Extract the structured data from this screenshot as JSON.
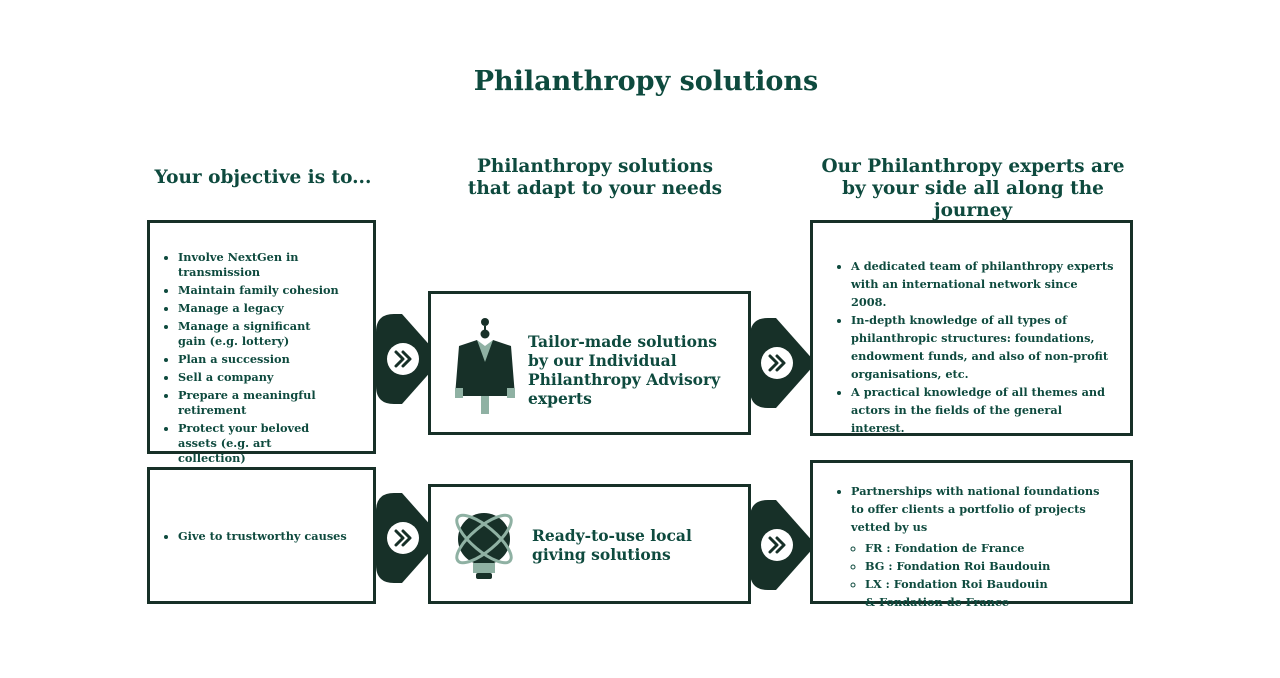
{
  "title": "Philanthropy solutions",
  "columns": {
    "objective": "Your objective is to...",
    "solutions_line1": "Philanthropy solutions",
    "solutions_line2": "that adapt to your needs",
    "experts_line1": "Our Philanthropy experts are",
    "experts_line2": "by your side all along the journey"
  },
  "row1": {
    "objectives": [
      "Involve NextGen in transmission",
      "Maintain family cohesion",
      "Manage a legacy",
      "Manage a significant gain (e.g. lottery)",
      "Plan a succession",
      "Sell a company",
      "Prepare a meaningful retirement",
      "Protect your beloved assets (e.g. art collection)"
    ],
    "solution": "Tailor-made solutions by our Individual Philanthropy Advisory experts",
    "experts": [
      "A dedicated team of philanthropy experts with an international network since 2008.",
      "In-depth knowledge of all types of philanthropic structures: foundations, endowment funds, and also of non-profit organisations, etc.",
      "A practical knowledge of all themes and actors in the fields of the general interest."
    ]
  },
  "row2": {
    "objectives": [
      "Give to trustworthy causes"
    ],
    "solution": "Ready-to-use local giving solutions",
    "experts_intro": "Partnerships with national foundations to offer clients a portfolio of projects vetted by us",
    "experts_sub": [
      "FR : Fondation de France",
      "BG : Fondation Roi Baudouin",
      "LX : Fondation Roi Baudouin & Fondation de France"
    ]
  },
  "icons": {
    "row1": "suit-jacket-icon",
    "row2": "lightbulb-atom-icon",
    "connector": "double-chevron-right-icon"
  },
  "colors": {
    "heading_green": "#0e4a3e",
    "dark": "#173028",
    "sage": "#8fb1a3"
  }
}
